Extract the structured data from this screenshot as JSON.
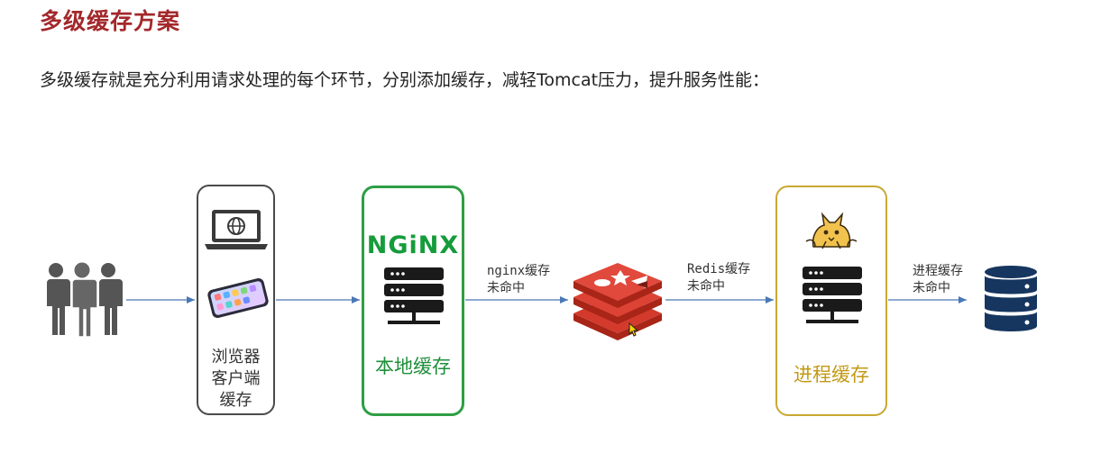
{
  "header": {
    "title": "多级缓存方案",
    "subtitle": "多级缓存就是充分利用请求处理的每个环节，分别添加缓存，减轻Tomcat压力，提升服务性能："
  },
  "diagram": {
    "browser_box": {
      "label": "浏览器\n客户端\n缓存"
    },
    "nginx_box": {
      "logo_text": "NGiNX",
      "label": "本地缓存"
    },
    "tomcat_box": {
      "label": "进程缓存"
    },
    "edges": {
      "nginx_to_redis": "nginx缓存\n未命中",
      "redis_to_tomcat": "Redis缓存\n未命中",
      "tomcat_to_db": "进程缓存\n未命中"
    }
  },
  "colors": {
    "title": "#a3282b",
    "nginx_green": "#2e9e44",
    "tomcat_gold": "#c9a832",
    "server_dark": "#1a1a1a",
    "redis_red": "#d33a2c",
    "db_navy": "#16365f",
    "arrow": "#4a78b5"
  },
  "icons": [
    "users-icon",
    "laptop-icon",
    "phone-icon",
    "server-icon",
    "redis-icon",
    "tomcat-cat-icon",
    "database-icon"
  ]
}
